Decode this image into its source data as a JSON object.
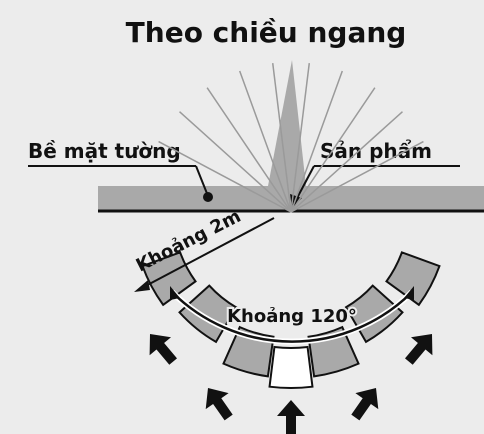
{
  "diagram": {
    "title": "Theo chiều ngang",
    "wall_label": "Bề mặt tường",
    "product_label": "Sản phẩm",
    "distance_label": "Khoảng 2m",
    "angle_label": "Khoảng 120°"
  },
  "colors": {
    "background": "#ececec",
    "wall_fill": "#a9a9a9",
    "beam_fill": "#a9a9a9",
    "ink": "#111111",
    "center_segment_fill": "#ffffff"
  }
}
